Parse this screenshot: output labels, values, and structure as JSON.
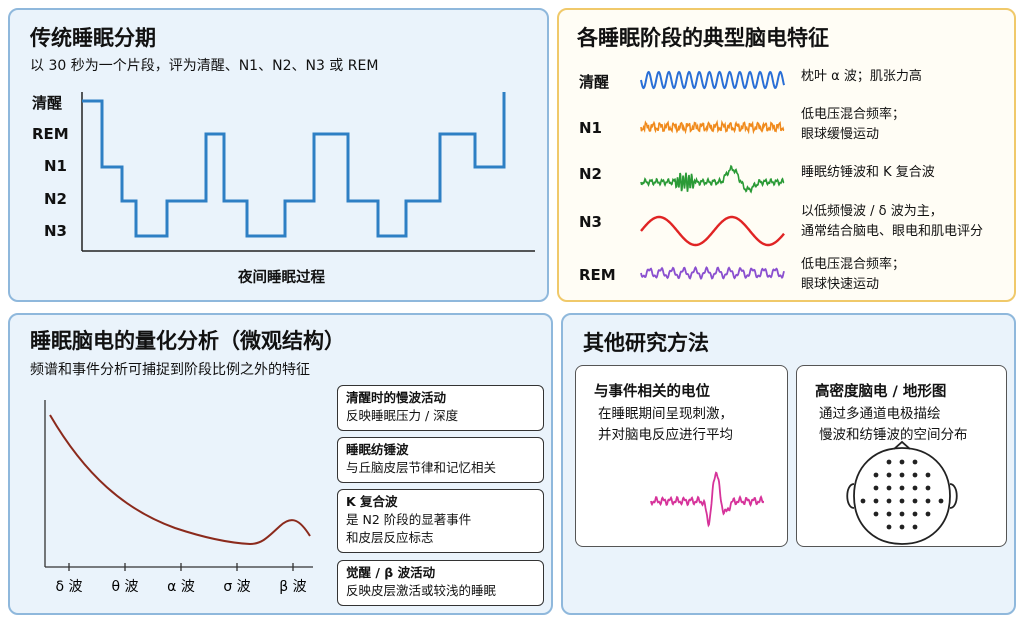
{
  "hypnogram": {
    "title": "传统睡眠分期",
    "subtitle": "以 30 秒为一个片段，评为清醒、N1、N2、N3 或 REM",
    "stages": [
      "清醒",
      "REM",
      "N1",
      "N2",
      "N3"
    ],
    "xlabel": "夜间睡眠过程",
    "line_color": "#2e7fc4"
  },
  "stage_features": {
    "title": "各睡眠阶段的典型脑电特征",
    "items": [
      {
        "label": "清醒",
        "desc": [
          "枕叶 α 波；肌张力高"
        ],
        "color": "#2a6fd6"
      },
      {
        "label": "N1",
        "desc": [
          "低电压混合频率；",
          "眼球缓慢运动"
        ],
        "color": "#f08a1c"
      },
      {
        "label": "N2",
        "desc": [
          "睡眠纺锤波和 K 复合波"
        ],
        "color": "#2a9a36"
      },
      {
        "label": "N3",
        "desc": [
          "以低频慢波 / δ 波为主，",
          "通常结合脑电、眼电和肌电评分"
        ],
        "color": "#e02424"
      },
      {
        "label": "REM",
        "desc": [
          "低电压混合频率；",
          "眼球快速运动"
        ],
        "color": "#8a4fcf"
      }
    ]
  },
  "spectral": {
    "title": "睡眠脑电的量化分析（微观结构）",
    "subtitle": "频谱和事件分析可捕捉到阶段比例之外的特征",
    "bands": [
      "δ 波",
      "θ 波",
      "α 波",
      "σ 波",
      "β 波"
    ],
    "curve_color": "#8b2a1c",
    "cards": [
      {
        "title": "清醒时的慢波活动",
        "desc": [
          "反映睡眠压力 / 深度"
        ]
      },
      {
        "title": "睡眠纺锤波",
        "desc": [
          "与丘脑皮层节律和记忆相关"
        ]
      },
      {
        "title": "K 复合波",
        "desc": [
          "是 N2 阶段的显著事件",
          "和皮层反应标志"
        ]
      },
      {
        "title": "觉醒 / β 波活动",
        "desc": [
          "反映皮层激活或较浅的睡眠"
        ]
      }
    ]
  },
  "methods": {
    "title": "其他研究方法",
    "erp": {
      "title": "与事件相关的电位",
      "desc": [
        "在睡眠期间呈现刺激，",
        "并对脑电反应进行平均"
      ],
      "color": "#d6339a"
    },
    "hd": {
      "title": "高密度脑电 / 地形图",
      "desc": [
        "通过多通道电极描绘",
        "慢波和纺锤波的空间分布"
      ]
    }
  }
}
